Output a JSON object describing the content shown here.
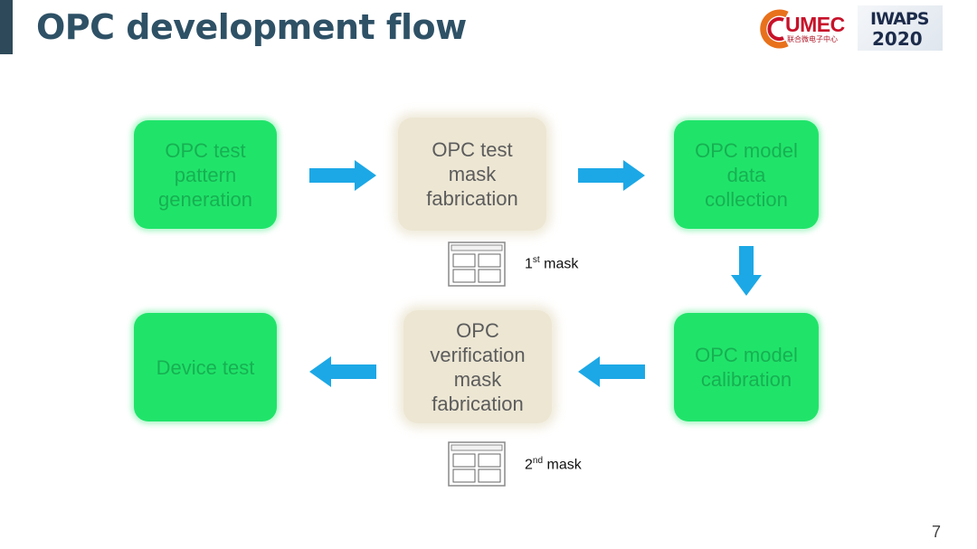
{
  "slide": {
    "title": "OPC development flow",
    "page_number": "7"
  },
  "logos": {
    "umec": {
      "name": "UMEC",
      "sub": "联合微电子中心"
    },
    "iwaps": {
      "line1": "IWAPS",
      "line2": "2020"
    }
  },
  "steps": [
    {
      "id": "pattern",
      "label": "OPC test\npattern\ngeneration",
      "style": "green"
    },
    {
      "id": "test-mask",
      "label": "OPC test\nmask\nfabrication",
      "style": "beige"
    },
    {
      "id": "data",
      "label": "OPC model\ndata\ncollection",
      "style": "green"
    },
    {
      "id": "calibration",
      "label": "OPC model\ncalibration",
      "style": "green"
    },
    {
      "id": "verif-mask",
      "label": "OPC\nverification\nmask\nfabrication",
      "style": "beige"
    },
    {
      "id": "device",
      "label": "Device test",
      "style": "green"
    }
  ],
  "masks": [
    {
      "num": "1",
      "sup": "st",
      "word": "mask"
    },
    {
      "num": "2",
      "sup": "nd",
      "word": "mask"
    }
  ],
  "colors": {
    "title": "#2e5166",
    "green_box": "#20e46a",
    "beige_box": "#ece6d3",
    "arrow": "#1ca8e6"
  }
}
